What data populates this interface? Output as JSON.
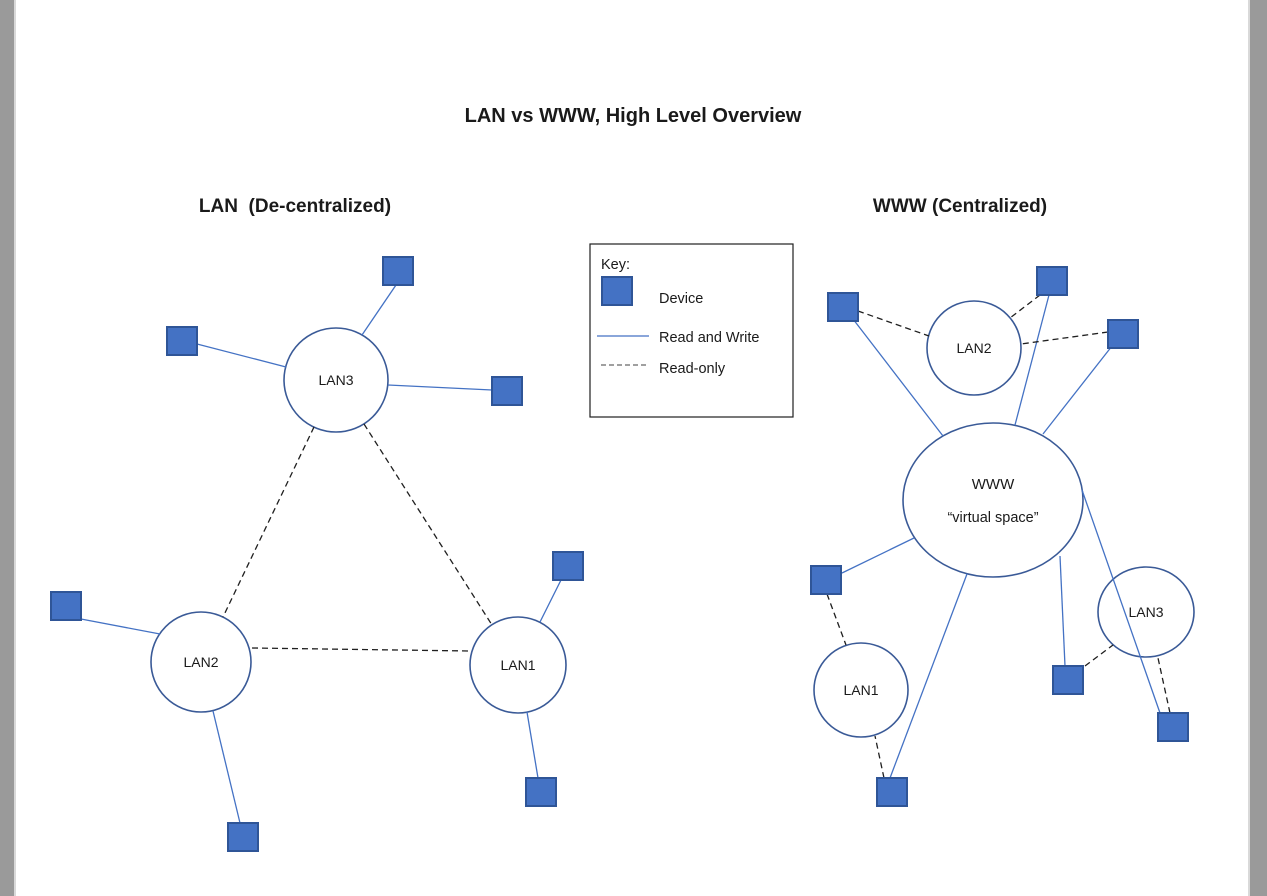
{
  "page": {
    "title": "LAN vs WWW, High Level Overview"
  },
  "key": {
    "heading": "Key:",
    "items": [
      {
        "symbol": "device-swatch",
        "label": "Device"
      },
      {
        "symbol": "read-write-line",
        "label": "Read and Write"
      },
      {
        "symbol": "read-only-line",
        "label": "Read-only"
      }
    ]
  },
  "lan_diagram": {
    "heading": "LAN  (De-centralized)",
    "nodes": [
      {
        "label": "LAN3",
        "devices": 3
      },
      {
        "label": "LAN2",
        "devices": 2
      },
      {
        "label": "LAN1",
        "devices": 2
      }
    ],
    "lan_to_lan_links": [
      {
        "from": "LAN3",
        "to": "LAN2",
        "type": "read-only"
      },
      {
        "from": "LAN3",
        "to": "LAN1",
        "type": "read-only"
      },
      {
        "from": "LAN2",
        "to": "LAN1",
        "type": "read-only"
      }
    ],
    "device_to_lan_link_type": "read-and-write"
  },
  "www_diagram": {
    "heading": "WWW (Centralized)",
    "hub": {
      "label": "WWW",
      "sublabel": "“virtual space”"
    },
    "nodes": [
      {
        "label": "LAN2",
        "devices": 3
      },
      {
        "label": "LAN1",
        "devices": 2
      },
      {
        "label": "LAN3",
        "devices": 2
      }
    ],
    "device_to_hub_link_type": "read-and-write",
    "device_to_lan_link_type": "read-only"
  },
  "colors": {
    "device_fill": "#4472C4",
    "device_stroke": "#2F5597",
    "node_stroke": "#3A5A97",
    "link_solid": "#4472C4",
    "link_dashed": "#1f1f1f",
    "legend_dashed": "#808080",
    "page_margin": "#9A9A9A"
  }
}
